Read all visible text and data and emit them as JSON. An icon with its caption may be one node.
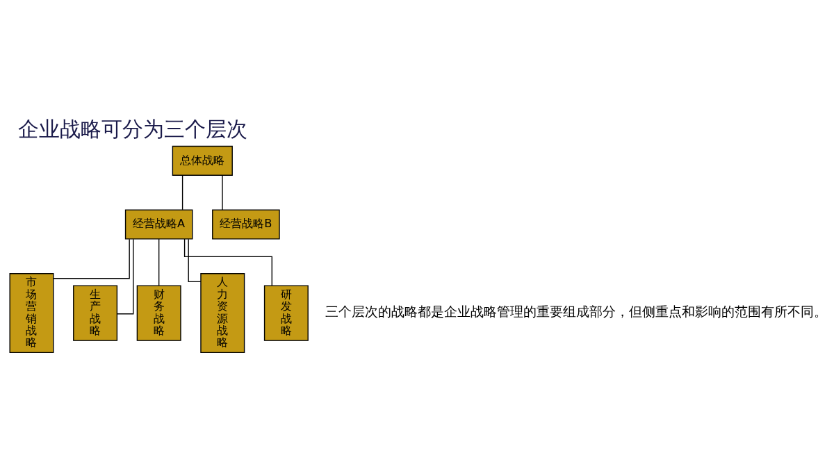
{
  "diagram": {
    "title": "企业战略可分为三个层次",
    "nodes": [
      {
        "text": [
          "总体战略"
        ]
      },
      {
        "text": [
          "经营战略A"
        ]
      },
      {
        "text": [
          "经营战略B"
        ]
      },
      {
        "text": [
          "市场营销战略"
        ]
      },
      {
        "text": [
          "生产战略"
        ]
      },
      {
        "text": [
          "财务战略"
        ]
      },
      {
        "text": [
          "人力资源战略"
        ]
      },
      {
        "text": [
          "研发战略"
        ]
      }
    ],
    "edges": [
      {
        "from": 0,
        "to": 1,
        "arrow": "none"
      },
      {
        "from": 0,
        "to": 2,
        "arrow": "none"
      },
      {
        "from": 1,
        "to": 3,
        "arrow": "none"
      },
      {
        "from": 1,
        "to": 4,
        "arrow": "none"
      },
      {
        "from": 1,
        "to": 5,
        "arrow": "none"
      },
      {
        "from": 1,
        "to": 6,
        "arrow": "none"
      },
      {
        "from": 1,
        "to": 7,
        "arrow": "none"
      }
    ],
    "labels": [
      "三个层次的战略都是企业战略管理的重要组成部分，但侧重点和影响的范围有所不同。"
    ]
  }
}
